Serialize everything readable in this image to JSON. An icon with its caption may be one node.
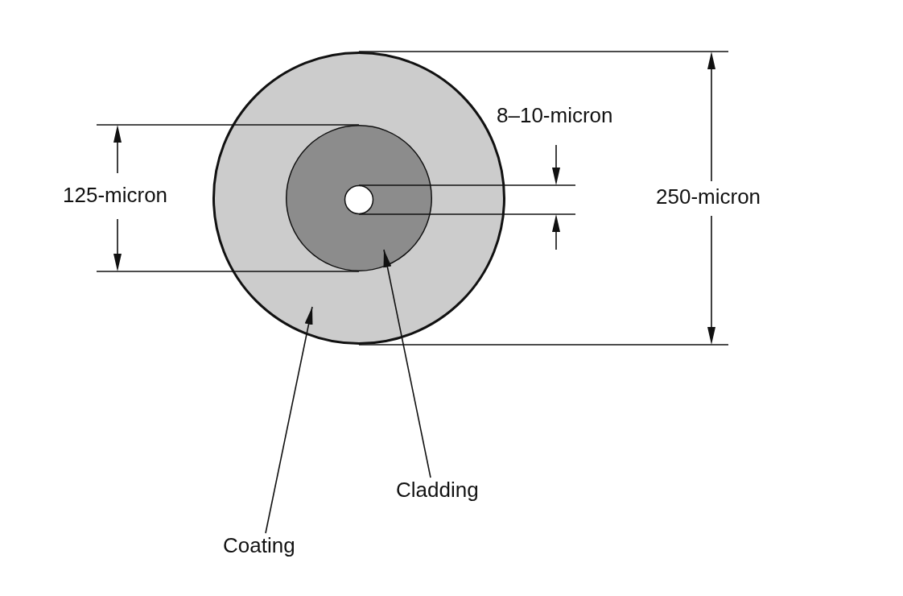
{
  "diagram": {
    "nodes": [
      {
        "text": [],
        "shape": "circle"
      },
      {
        "text": [],
        "shape": "circle",
        "in": 0
      },
      {
        "text": [
          "Cladding"
        ]
      },
      {
        "text": [
          "Coating"
        ]
      }
    ],
    "edges": [
      {
        "from": 2,
        "to": 1,
        "arrow": "to"
      },
      {
        "from": 3,
        "to": 0,
        "arrow": "to"
      }
    ],
    "labels": [
      "8–10-micron",
      "125-micron",
      "250-micron"
    ]
  }
}
